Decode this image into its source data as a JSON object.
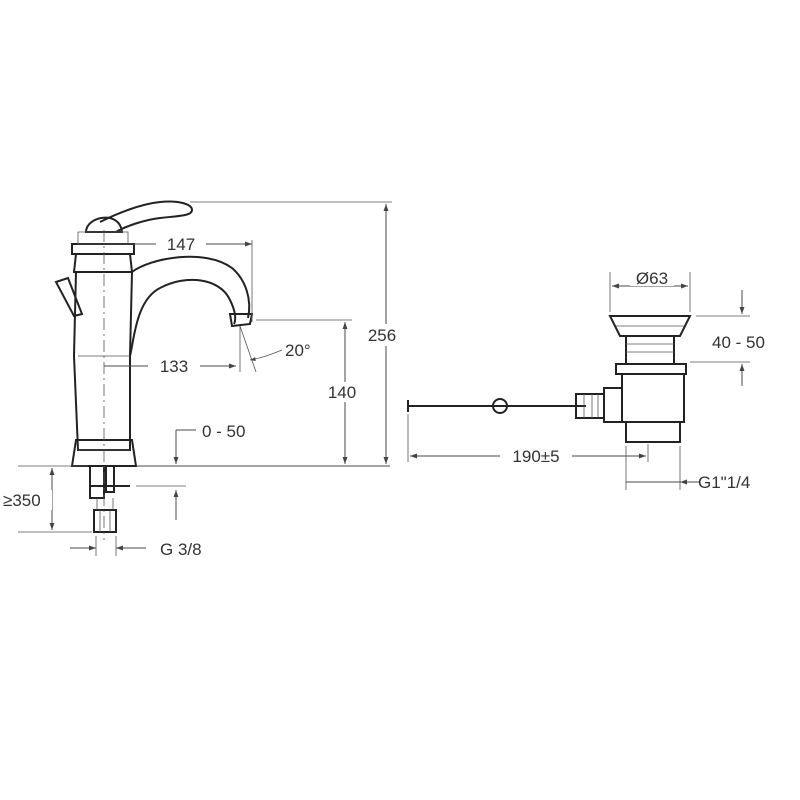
{
  "faucet": {
    "dimensions": {
      "spout_reach": "147",
      "spout_height_offset": "133",
      "spout_angle": "20°",
      "spout_outlet_height": "140",
      "total_height": "256",
      "deck_thickness": "0 - 50",
      "hose_length": "≥350",
      "connection_thread": "G 3/8"
    }
  },
  "waste": {
    "dimensions": {
      "flange_diameter": "Ø63",
      "height_range": "40 - 50",
      "rod_length": "190±5",
      "outlet_thread": "G1\"1/4"
    }
  }
}
